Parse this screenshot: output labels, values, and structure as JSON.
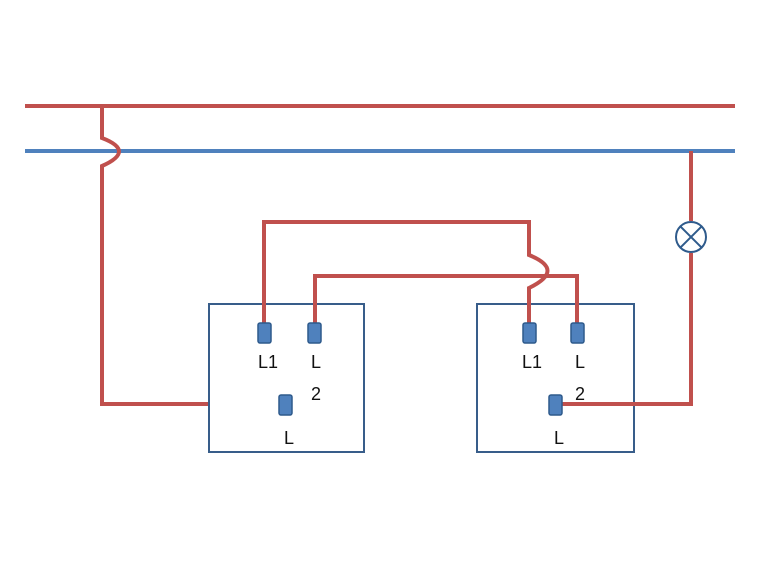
{
  "colors": {
    "live_wire": "#c0504d",
    "neutral_wire": "#4f81bd",
    "switch_outline": "#385d8a",
    "terminal_fill": "#4f81bd",
    "terminal_stroke": "#2e5a8c",
    "lamp_stroke": "#2f5b8c"
  },
  "icons": {
    "lamp": "lamp-symbol-icon"
  },
  "switch_left": {
    "terminal_l1": "L1",
    "terminal_l2_line1": "L",
    "terminal_l2_line2": "2",
    "terminal_common": "L"
  },
  "switch_right": {
    "terminal_l1": "L1",
    "terminal_l2_line1": "L",
    "terminal_l2_line2": "2",
    "terminal_common": "L"
  }
}
